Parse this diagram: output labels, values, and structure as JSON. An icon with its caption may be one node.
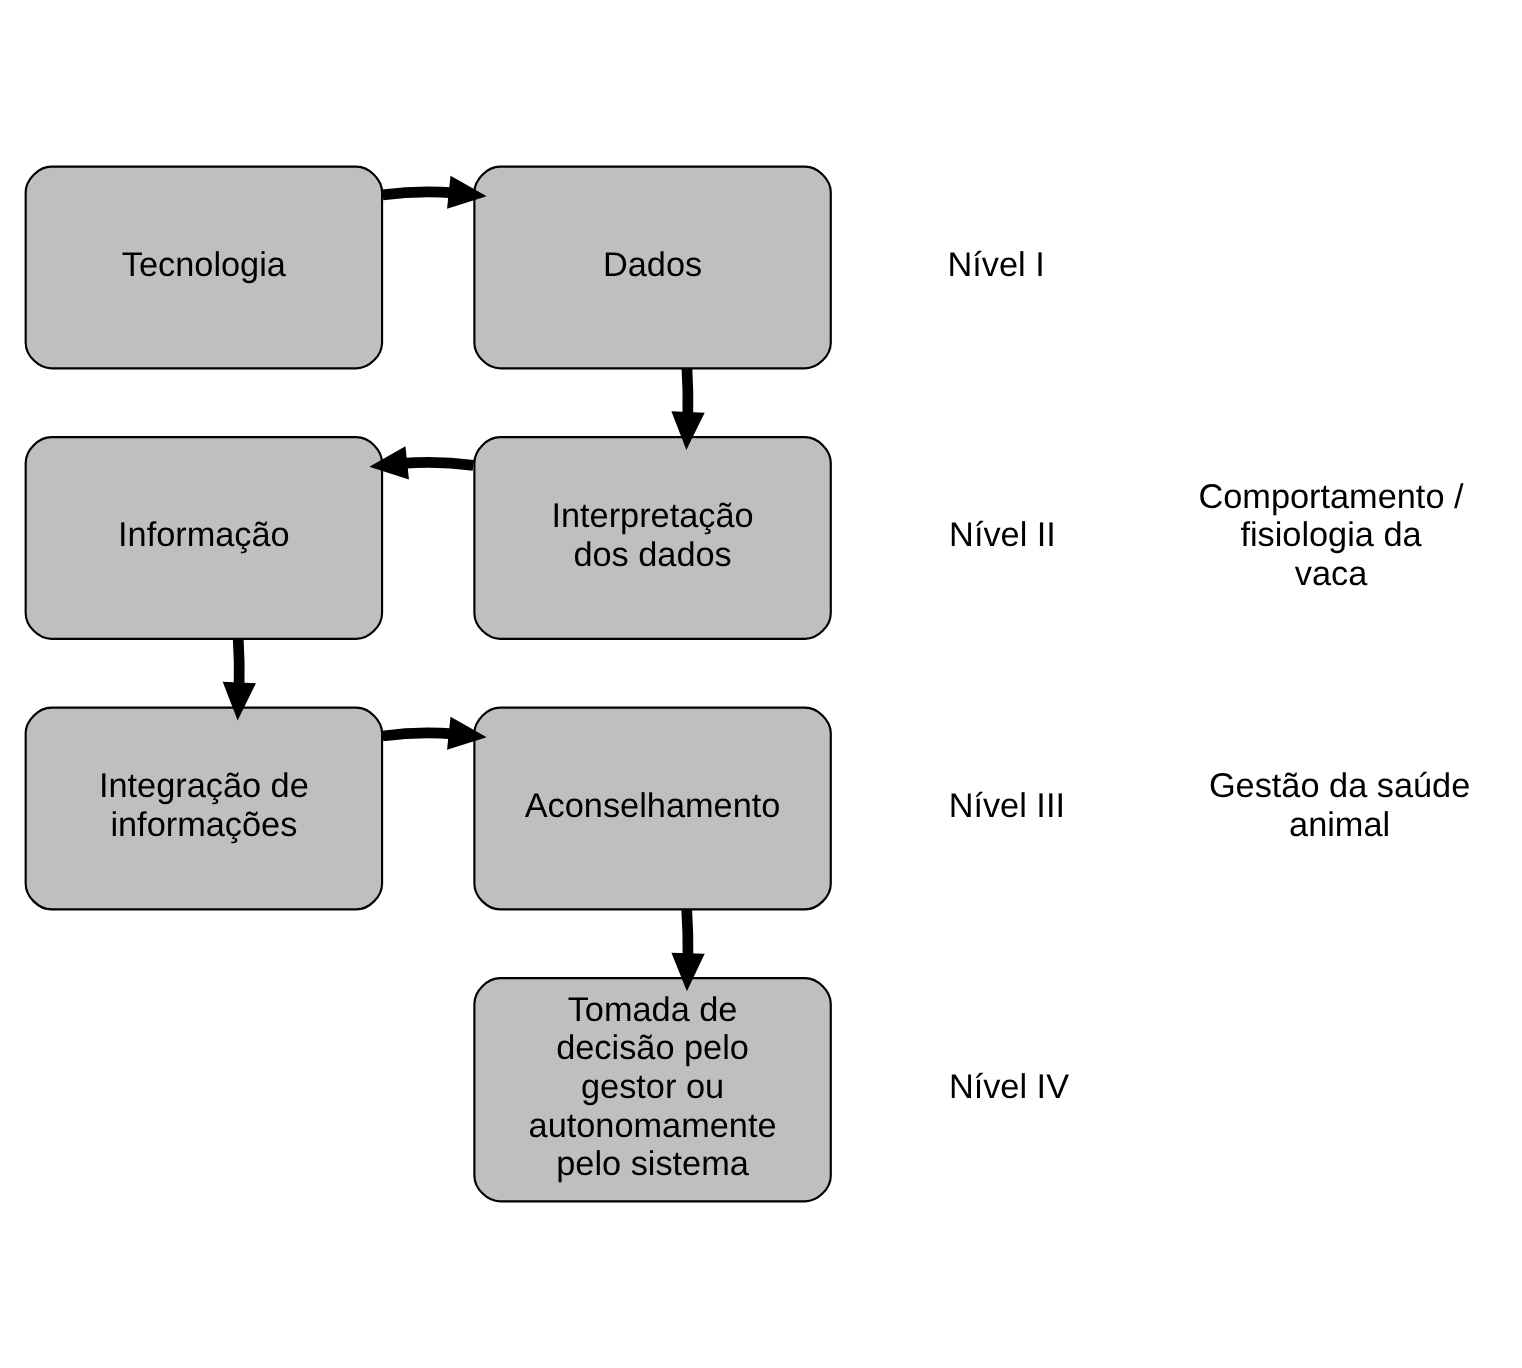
{
  "diagram": {
    "nodes": [
      {
        "text": [
          "Tecnologia"
        ]
      },
      {
        "text": [
          "Dados"
        ],
        "beside": [
          "Nível I"
        ]
      },
      {
        "text": [
          "Interpretação dos dados"
        ],
        "beside": [
          "Nível II"
        ]
      },
      {
        "text": [
          "Informação"
        ]
      },
      {
        "text": [
          "Integração de informações"
        ]
      },
      {
        "text": [
          "Aconselhamento"
        ],
        "beside": [
          "Nível III"
        ]
      },
      {
        "text": [
          "Tomada de decisão pelo gestor ou autonomamente pelo sistema"
        ],
        "beside": [
          "Nível IV"
        ]
      }
    ],
    "edges": [
      {
        "from": 0,
        "to": 1,
        "arrow": "to"
      },
      {
        "from": 1,
        "to": 2,
        "arrow": "to"
      },
      {
        "from": 2,
        "to": 3,
        "arrow": "to"
      },
      {
        "from": 3,
        "to": 4,
        "arrow": "to"
      },
      {
        "from": 4,
        "to": 5,
        "arrow": "to"
      },
      {
        "from": 5,
        "to": 6,
        "arrow": "to"
      }
    ],
    "labels": [
      "Comportamento / fisiologia da vaca",
      "Gestão da saúde animal"
    ]
  }
}
